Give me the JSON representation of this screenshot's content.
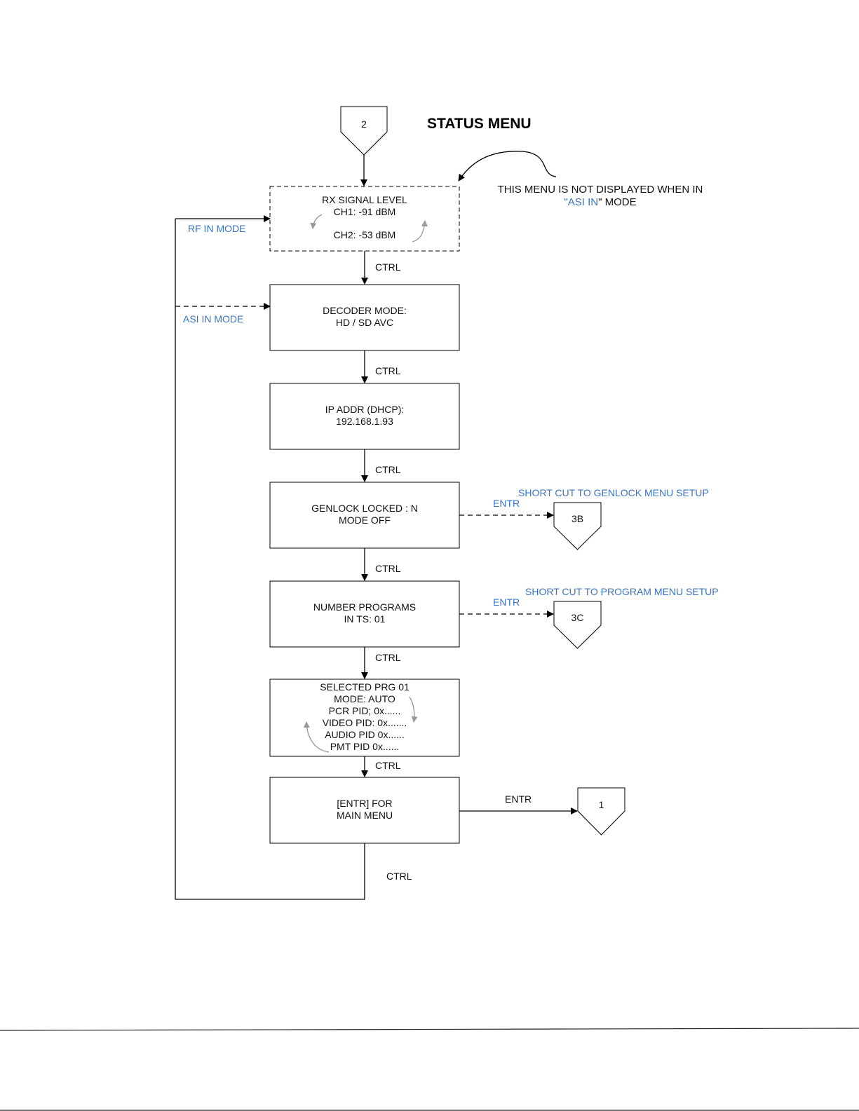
{
  "title": "STATUS MENU",
  "connectors": {
    "start": "2",
    "genlock": "3B",
    "program": "3C",
    "main": "1"
  },
  "note": {
    "line1": "THIS MENU IS NOT DISPLAYED WHEN IN",
    "asi": "\"ASI IN",
    "mode": "\" MODE"
  },
  "labels": {
    "rf_in_mode": "RF IN MODE",
    "asi_in_mode": "ASI IN MODE",
    "ctrl": "CTRL",
    "entr": "ENTR",
    "shortcut_genlock": "SHORT CUT TO GENLOCK MENU SETUP",
    "shortcut_program": "SHORT CUT TO PROGRAM MENU SETUP"
  },
  "boxes": {
    "rx": {
      "line1": "RX SIGNAL LEVEL",
      "line2": "CH1:  -91 dBM",
      "line3": "CH2:   -53 dBM"
    },
    "decoder": {
      "line1": "DECODER MODE:",
      "line2": "HD / SD  AVC"
    },
    "ip": {
      "line1": "IP ADDR (DHCP):",
      "line2": "192.168.1.93"
    },
    "genlock": {
      "line1": "GENLOCK LOCKED :  N",
      "line2": "MODE OFF"
    },
    "programs": {
      "line1": "NUMBER PROGRAMS",
      "line2": "IN TS: 01"
    },
    "selected": {
      "line1": "SELECTED PRG 01",
      "line2": "MODE:  AUTO",
      "line3": "PCR PID; 0x......",
      "line4": "VIDEO PID: 0x.......",
      "line5": "AUDIO PID 0x......",
      "line6": "PMT PID 0x......"
    },
    "main": {
      "line1": "[ENTR] FOR",
      "line2": "MAIN MENU"
    }
  }
}
